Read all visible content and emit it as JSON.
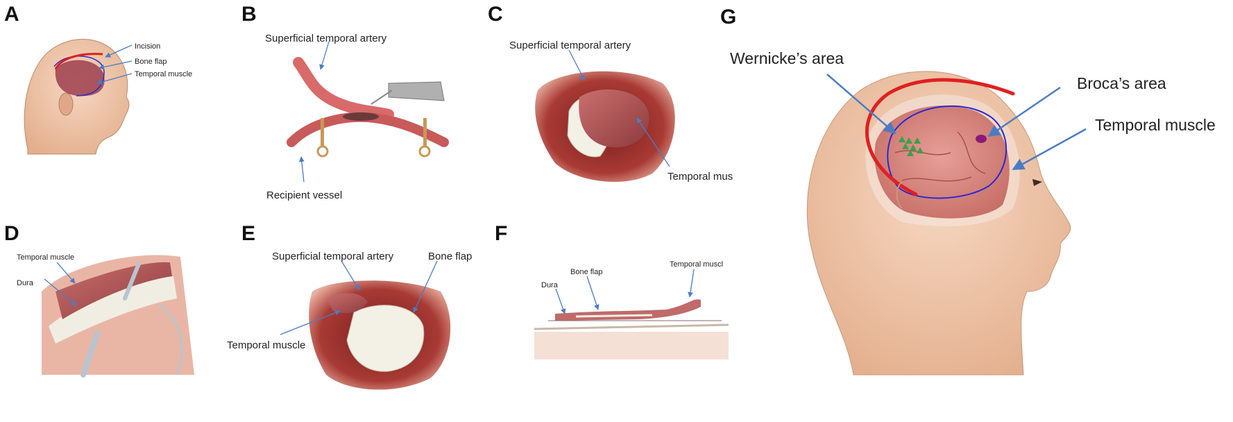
{
  "figure": {
    "panels": [
      {
        "letter": "A",
        "labels": [
          "Incision",
          "Bone flap",
          "Temporal muscle"
        ]
      },
      {
        "letter": "B",
        "labels": [
          "Superficial temporal artery",
          "Recipient vessel"
        ]
      },
      {
        "letter": "C",
        "labels": [
          "Superficial temporal artery",
          "Temporal mus"
        ]
      },
      {
        "letter": "D",
        "labels": [
          "Temporal muscle",
          "Dura"
        ]
      },
      {
        "letter": "E",
        "labels": [
          "Superficial temporal artery",
          "Bone flap",
          "Temporal muscle"
        ]
      },
      {
        "letter": "F",
        "labels": [
          "Dura",
          "Bone flap",
          "Temporal muscl"
        ]
      },
      {
        "letter": "G",
        "labels": [
          "Wernicke’s area",
          "Broca’s area",
          "Temporal muscle"
        ]
      }
    ]
  },
  "colors": {
    "arrow": "#4a7cc4",
    "incision": "#e02020",
    "boundary": "#2a2ad0",
    "skin": "#f0c4a4",
    "brain": "#d9847c",
    "muscle": "#b85a5e",
    "bone": "#f3f0e6",
    "wernicke": "#3aa04a",
    "broca": "#8a1a7a"
  }
}
